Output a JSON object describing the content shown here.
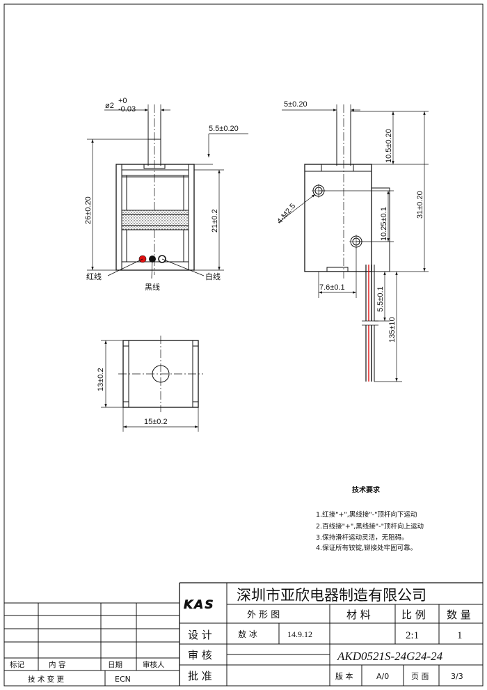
{
  "dims": {
    "dia": "ø2",
    "dia_tol_up": "+0",
    "dia_tol_dn": "-0.03",
    "d_5_5": "5.5±0.20",
    "d_26": "26±0.20",
    "d_21": "21±0.2",
    "d_5": "5±0.20",
    "d_10_5": "10.5±0.20",
    "d_31": "31±0.20",
    "d_m25": "4-M2.5",
    "d_10_25": "10.25±0.1",
    "d_7_6": "7.6±0.1",
    "d_5_5b": "5.5±0.1",
    "d_135": "135±10",
    "d_13": "13±0.2",
    "d_15": "15±0.2"
  },
  "wires": {
    "red": "红线",
    "black": "黑线",
    "white": "白线"
  },
  "notes": {
    "title": "技术要求",
    "items": [
      "1.红接\"+\",黑线接\"-\"顶杆向下运动",
      "2.百线接\"+\",黑线接\"-\"顶杆向上运动",
      "3.保持滑杆运动灵活，无阻碍。",
      "4.保证所有铰锭,铆接处牢固可靠。"
    ]
  },
  "title_block": {
    "logo": "KAS",
    "company": "深圳市亚欣电器制造有限公司",
    "drawing_type": "外 形 图",
    "material_label": "材 料",
    "scale_label": "比 例",
    "qty_label": "数 量",
    "design_label": "设 计",
    "designer": "敖  冰",
    "date": "14.9.12",
    "scale": "2:1",
    "qty": "1",
    "review_label": "审 核",
    "part_no": "AKD0521S-24G24-24",
    "approve_label": "批 准",
    "version_label": "版 本",
    "version": "A/0",
    "page_label": "页 面",
    "page": "3/3",
    "rev_mark": "标记",
    "rev_content": "内     容",
    "rev_date": "日期",
    "rev_reviewer": "审核人",
    "rev_change": "技 术 变 更",
    "rev_ecn": "ECN"
  },
  "colors": {
    "red_wire": "#e01010",
    "black_wire": "#111111"
  }
}
